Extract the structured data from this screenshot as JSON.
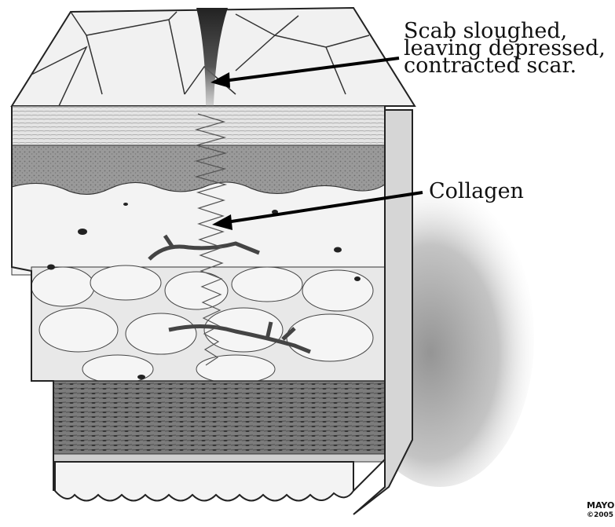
{
  "labels": {
    "scab": [
      "Scab sloughed,",
      "leaving depressed,",
      "contracted scar."
    ],
    "collagen": "Collagen"
  },
  "watermark": {
    "line1": "MAYO",
    "line2": "©2005"
  },
  "colors": {
    "ink": "#111111",
    "skin_surface": "#f1f1f1",
    "epidermis": "#dcdcdc",
    "dermis": "#8a8a8a",
    "fat": "#ececec",
    "muscle": "#6a6a6a",
    "shadow": "#cfcfcf"
  }
}
